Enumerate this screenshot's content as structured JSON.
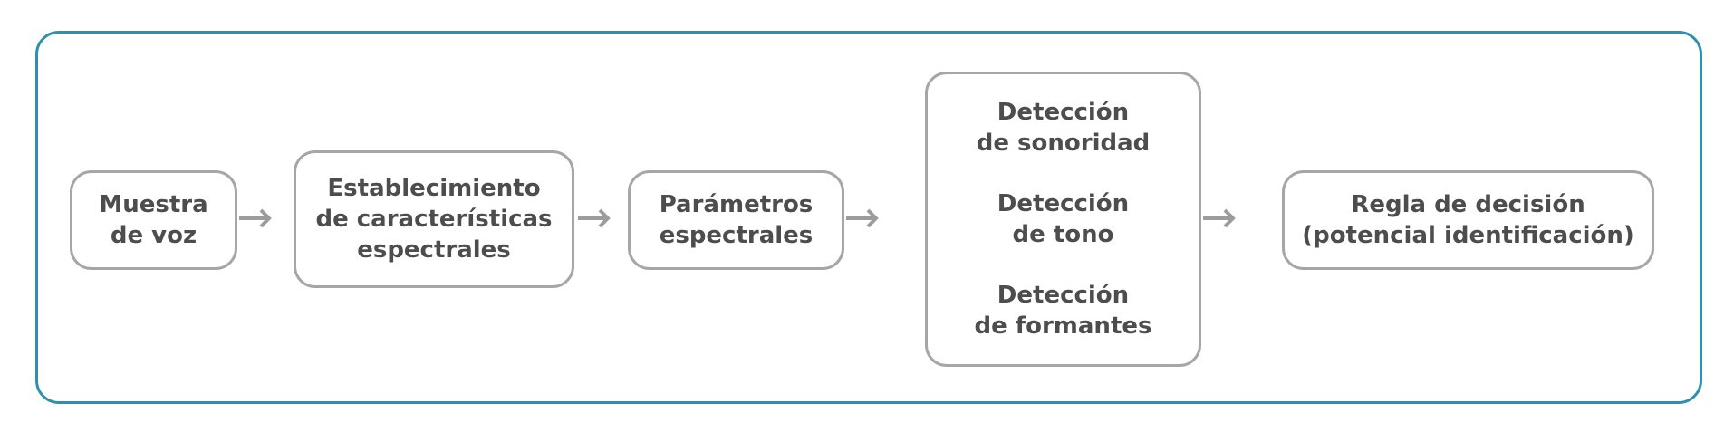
{
  "colors": {
    "frame_border": "#2f8fae",
    "node_border": "#a6a6a6",
    "arrow": "#9c9c9c",
    "text": "#4d4d4d"
  },
  "nodes": [
    {
      "id": "muestra",
      "lines": [
        "Muestra",
        "de voz"
      ]
    },
    {
      "id": "establecimiento",
      "lines": [
        "Establecimiento",
        "de características",
        "espectrales"
      ]
    },
    {
      "id": "parametros",
      "lines": [
        "Parámetros",
        "espectrales"
      ]
    },
    {
      "id": "deteccion",
      "groups": [
        {
          "lines": [
            "Detección",
            "de sonoridad"
          ]
        },
        {
          "lines": [
            "Detección",
            "de tono"
          ]
        },
        {
          "lines": [
            "Detección",
            "de formantes"
          ]
        }
      ]
    },
    {
      "id": "regla",
      "lines": [
        "Regla de decisión",
        "(potencial identificación)"
      ]
    }
  ],
  "edges": [
    {
      "from": "muestra",
      "to": "establecimiento"
    },
    {
      "from": "establecimiento",
      "to": "parametros"
    },
    {
      "from": "parametros",
      "to": "deteccion"
    },
    {
      "from": "deteccion",
      "to": "regla"
    }
  ]
}
